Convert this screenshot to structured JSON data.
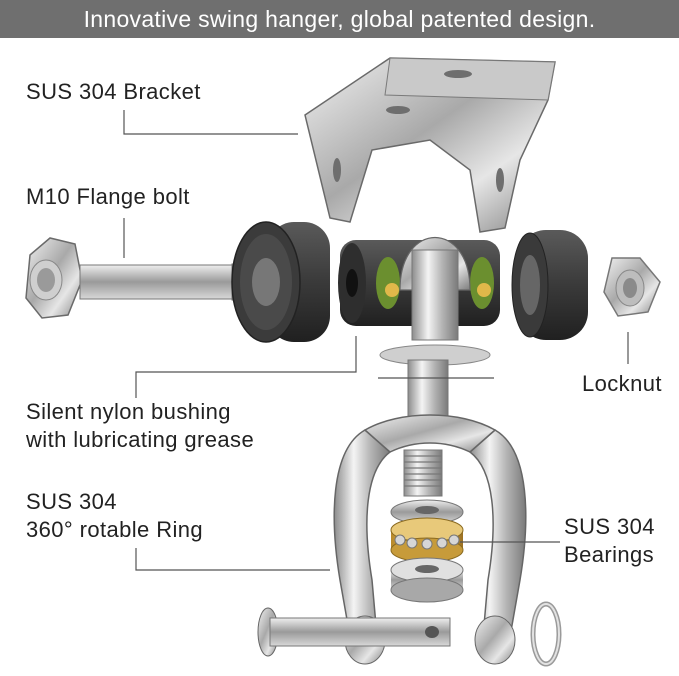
{
  "banner": {
    "title": "Innovative swing hanger, global patented design."
  },
  "labels": {
    "bracket": "SUS 304 Bracket",
    "flange_bolt": "M10 Flange bolt",
    "locknut": "Locknut",
    "bushing_line1": "Silent nylon bushing",
    "bushing_line2": "with lubricating grease",
    "ring_line1": "SUS 304",
    "ring_line2": "360° rotable Ring",
    "bearings_line1": "SUS 304",
    "bearings_line2": "Bearings"
  },
  "colors": {
    "banner_bg": "#6f6f6f",
    "banner_text": "#ffffff",
    "label_text": "#222222",
    "leader_line": "#555555"
  }
}
